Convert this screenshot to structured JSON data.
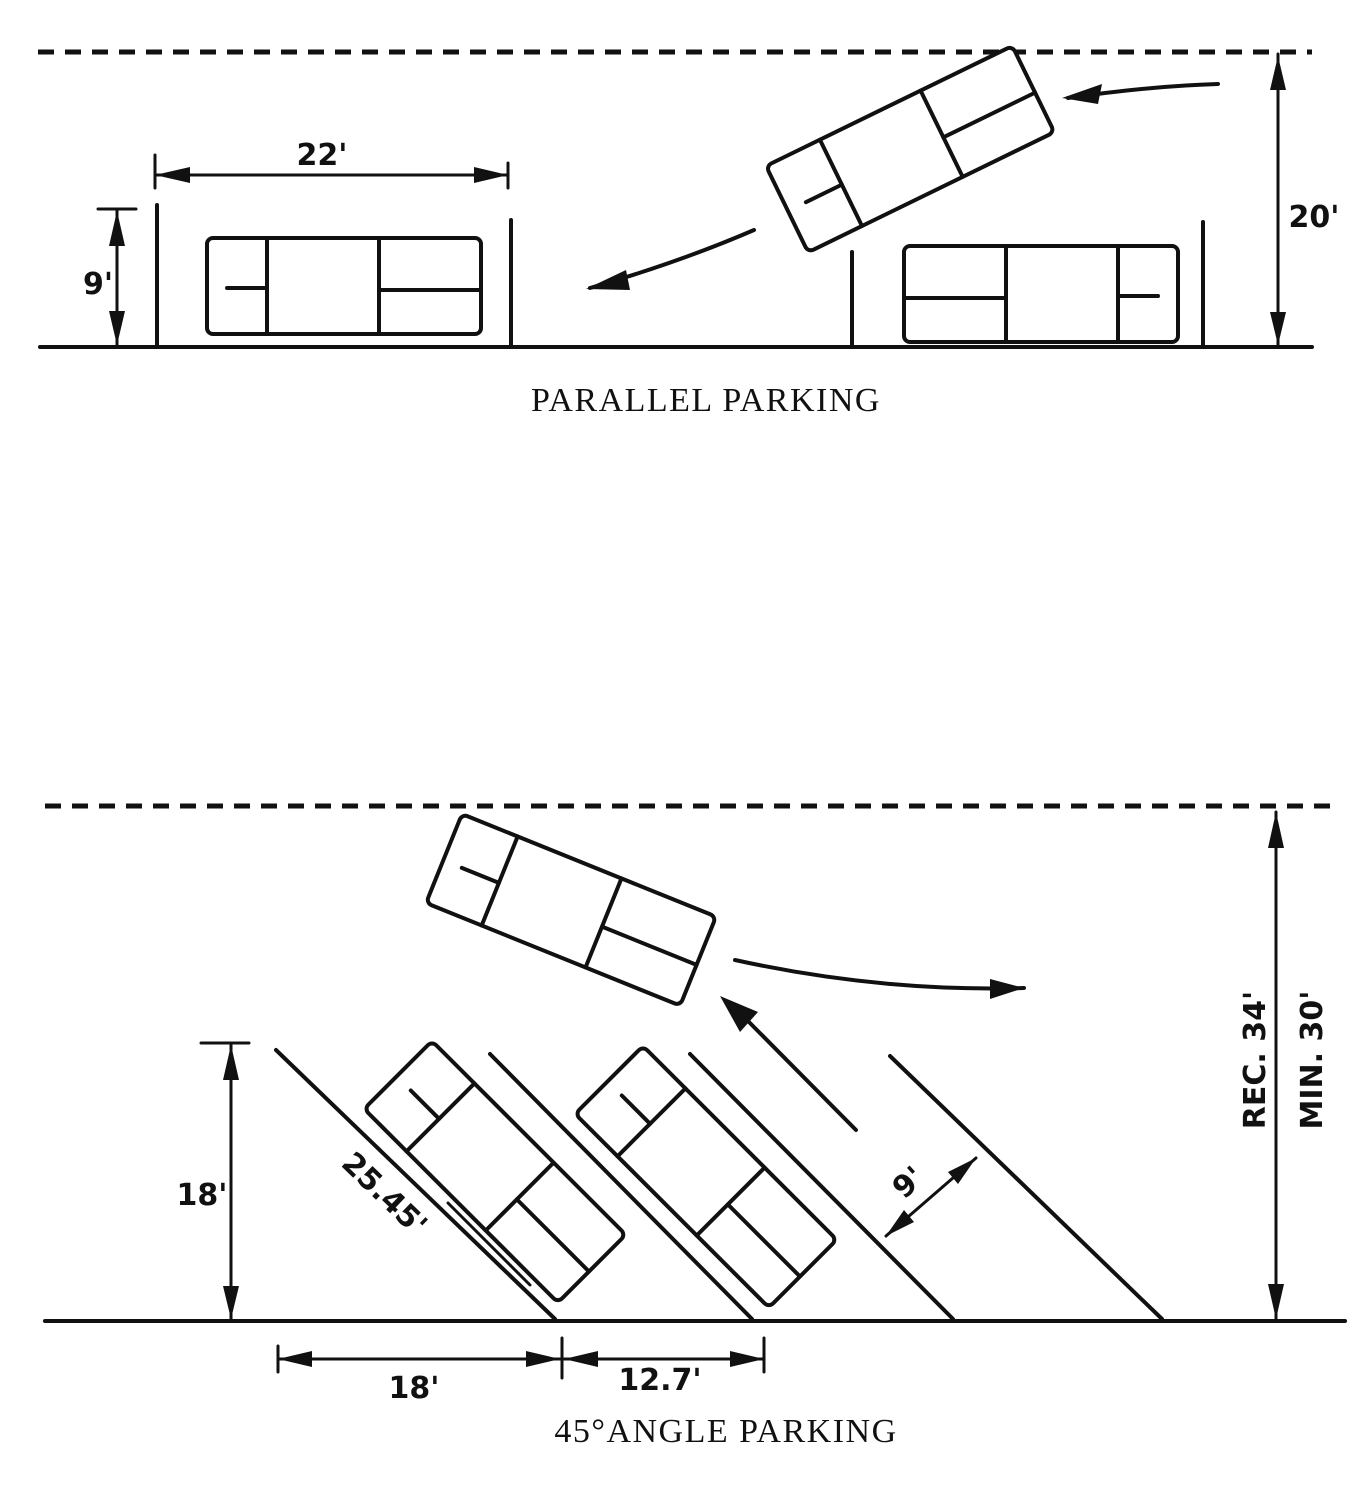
{
  "parallel": {
    "title": "PARALLEL PARKING",
    "dim_length": "22'",
    "dim_width": "9'",
    "dim_aisle": "20'"
  },
  "angle": {
    "title": "45°ANGLE PARKING",
    "dim_depth": "18'",
    "dim_diagonal": "25.45'",
    "dim_stall_width": "9'",
    "dim_base_a": "18'",
    "dim_base_b": "12.7'",
    "dim_rec": "REC. 34'",
    "dim_min": "MIN. 30'"
  }
}
